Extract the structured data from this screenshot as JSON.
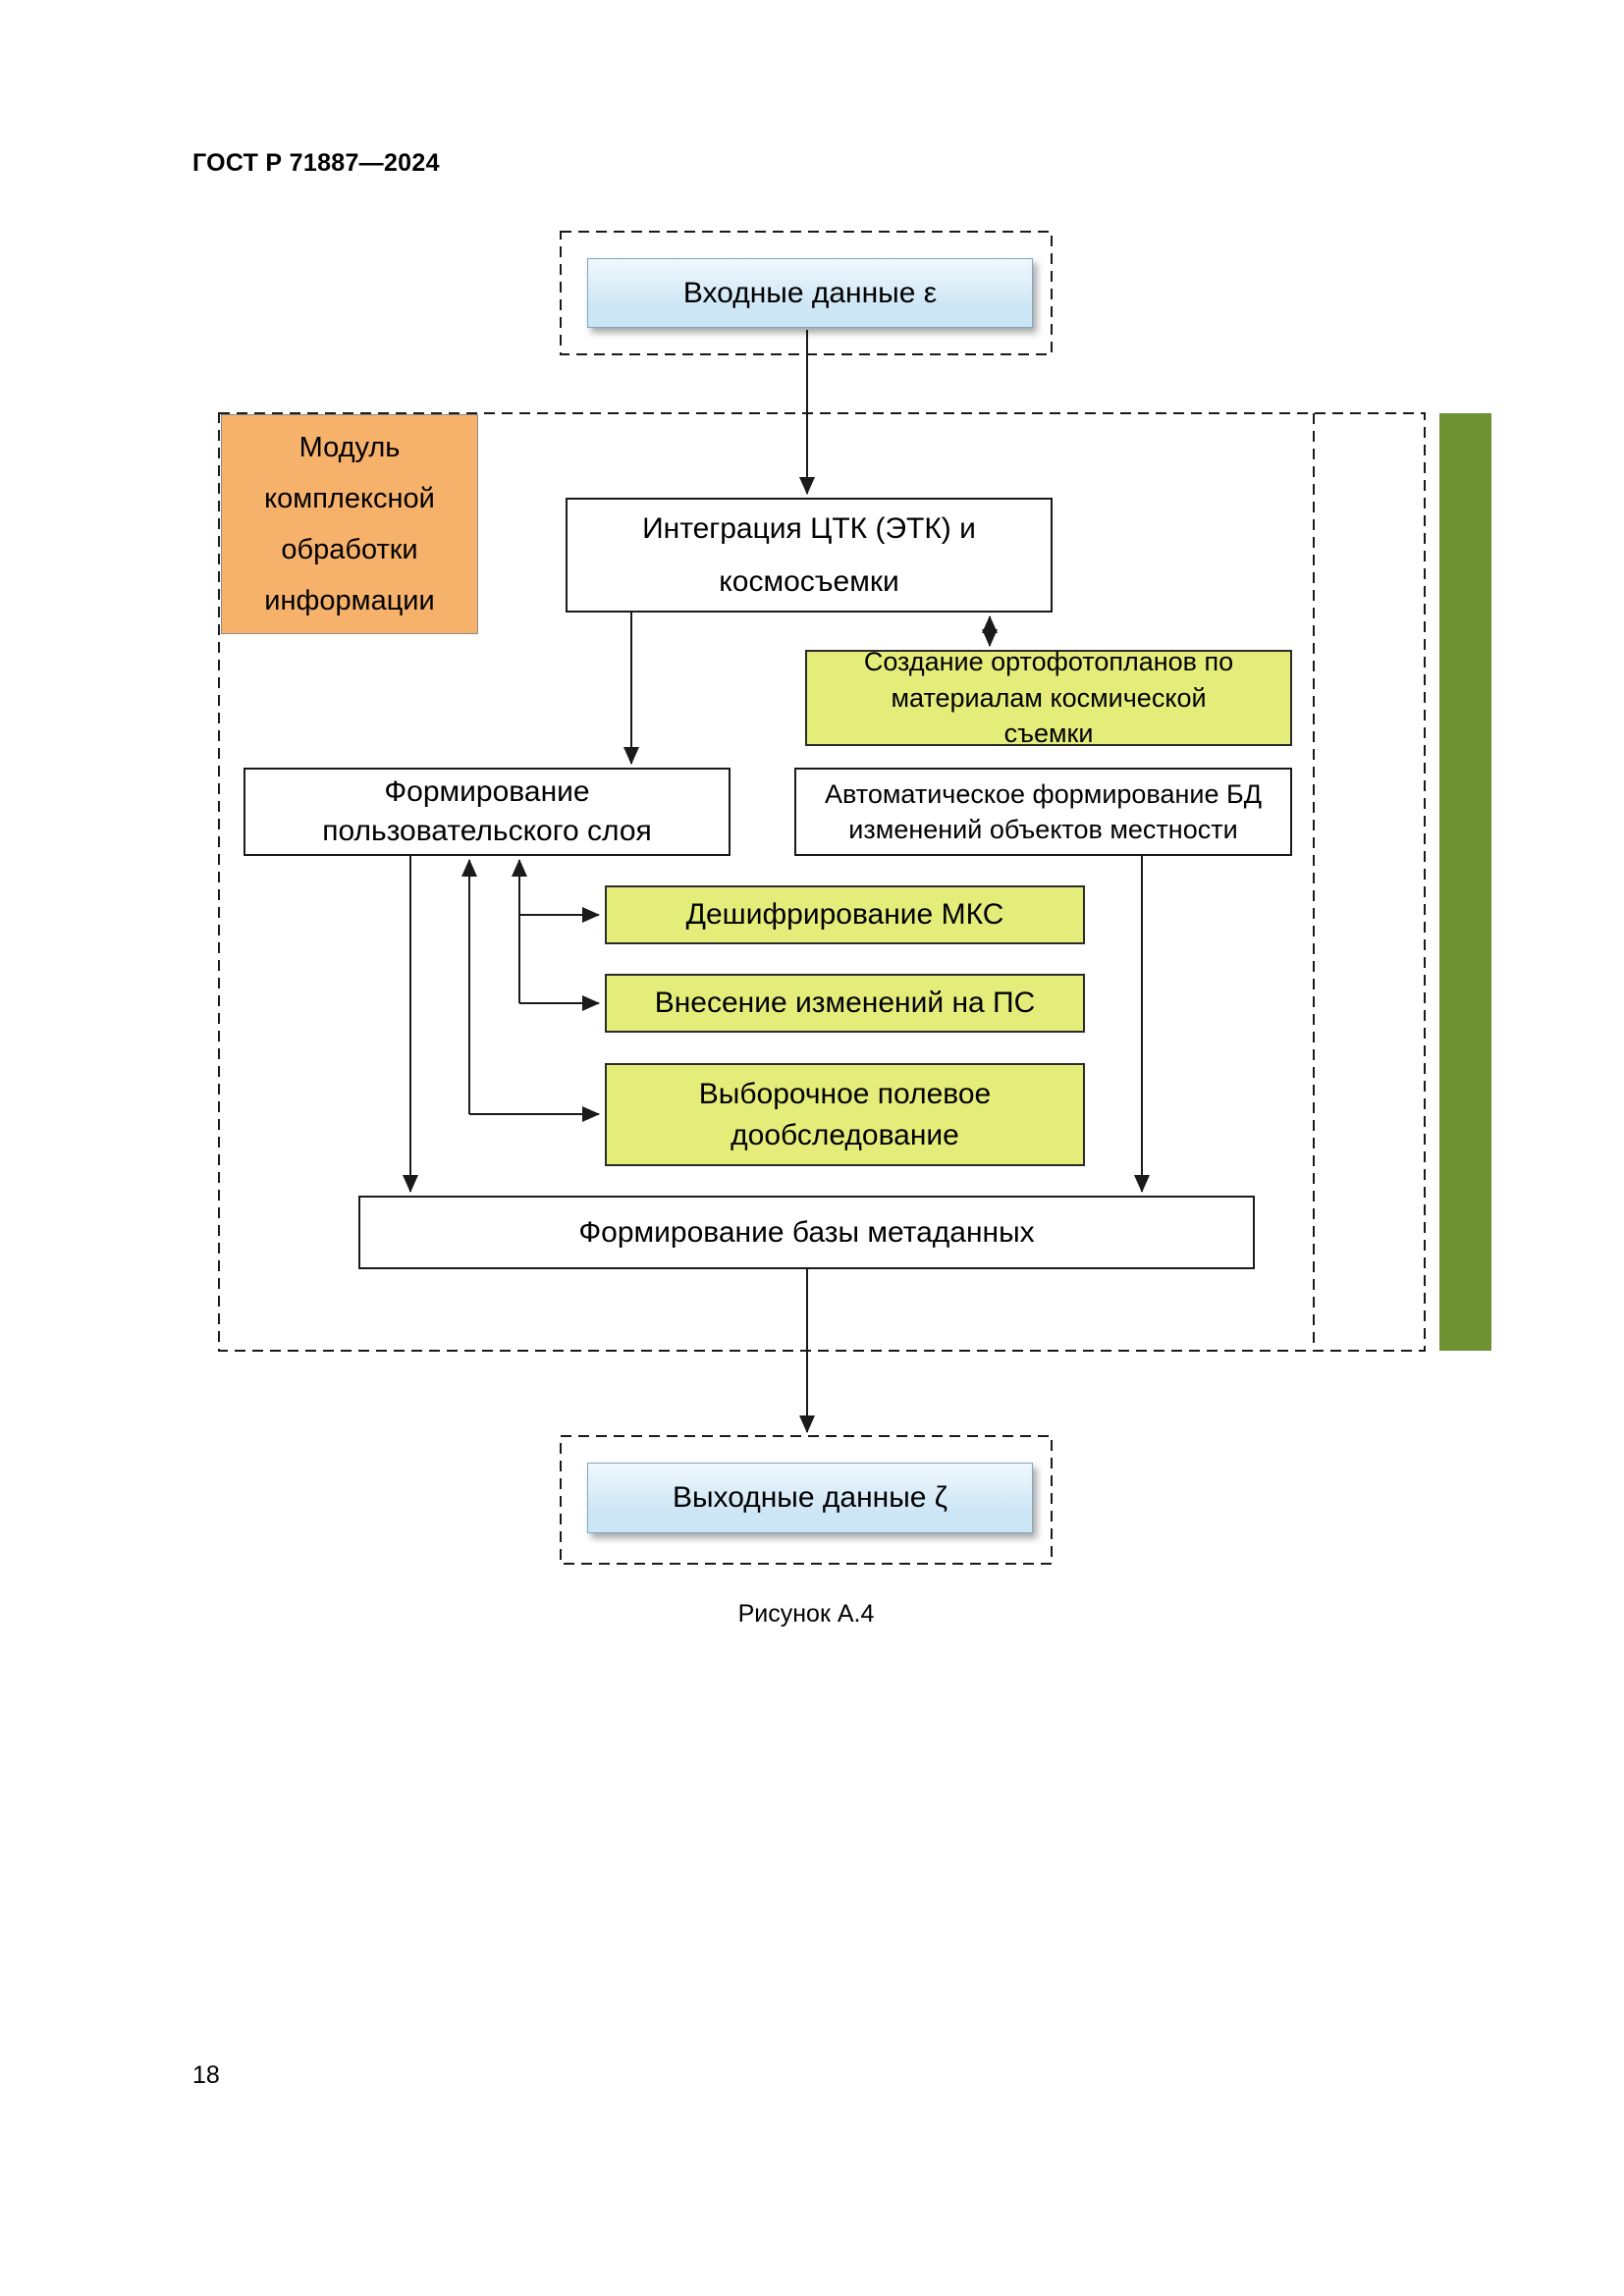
{
  "page": {
    "header": "ГОСТ Р 71887—2024",
    "figure_caption": "Рисунок А.4",
    "page_number": "18"
  },
  "colors": {
    "blue_box_fill": "#cde6f5",
    "blue_box_border": "#7da7c4",
    "yellow_box_fill": "#e4ed7a",
    "orange_box_fill": "#f6b26b",
    "green_bar": "#6f9332",
    "line_color": "#1a1a1a"
  },
  "diagram": {
    "nodes": {
      "input_data": "Входные данные ε",
      "module_label": "Модуль комплексной обработки информации",
      "integration": "Интеграция ЦТК (ЭТК) и космосъемки",
      "orthophoto": "Создание ортофотопланов по материалам космической съемки",
      "user_layer": "Формирование пользовательского слоя",
      "auto_db": "Автоматическое формирование БД изменений объектов местности",
      "mks_decoding": "Дешифрирование МКС",
      "ps_changes": "Внесение изменений на ПС",
      "field_survey": "Выборочное полевое дообследование",
      "metadata_db": "Формирование базы метаданных",
      "output_data": "Выходные данные ζ"
    }
  }
}
